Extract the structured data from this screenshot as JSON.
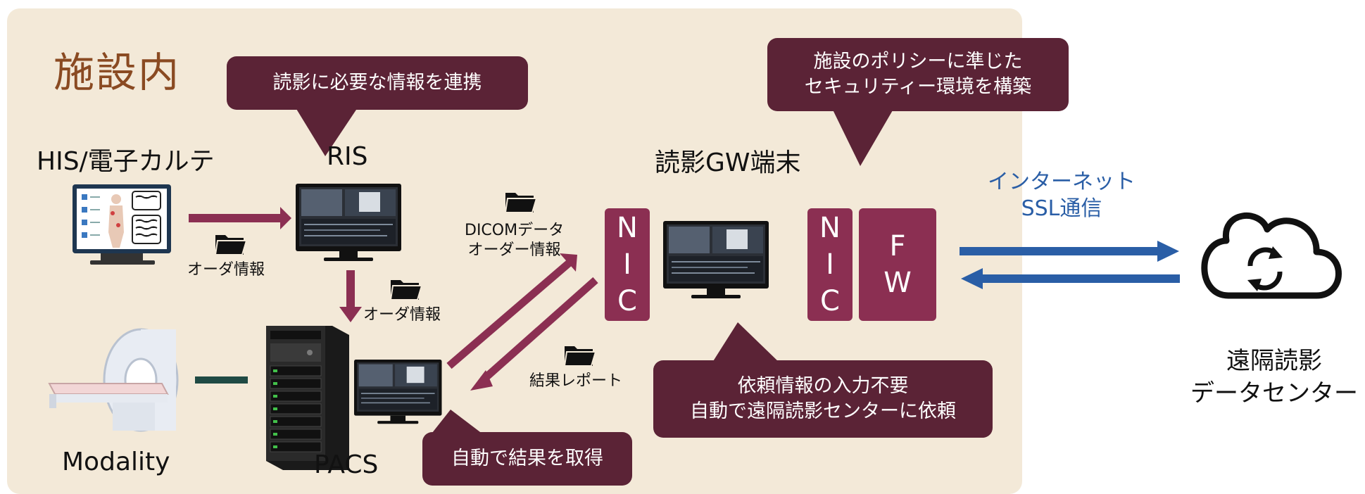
{
  "facility": {
    "title": "施設内"
  },
  "callouts": {
    "ris_link": "読影に必要な情報を連携",
    "policy_line1": "施設のポリシーに準じた",
    "policy_line2": "セキュリティー環境を構築",
    "auto_request_line1": "依頼情報の入力不要",
    "auto_request_line2": "自動で遠隔読影センターに依頼",
    "auto_result": "自動で結果を取得"
  },
  "nodes": {
    "his": "HIS/電子カルテ",
    "ris": "RIS",
    "modality": "Modality",
    "pacs": "PACS",
    "gw": "読影GW端末",
    "nic_left": [
      "N",
      "I",
      "C"
    ],
    "nic_right": [
      "N",
      "I",
      "C"
    ],
    "fw": [
      "F",
      "W"
    ]
  },
  "flows": {
    "his_to_ris": "オーダ情報",
    "ris_to_pacs": "オーダ情報",
    "pacs_to_gw_line1": "DICOMデータ",
    "pacs_to_gw_line2": "オーダー情報",
    "gw_to_pacs": "結果レポート"
  },
  "network": {
    "line1": "インターネット",
    "line2": "SSL通信"
  },
  "datacenter": {
    "line1": "遠隔読影",
    "line2": "データセンター"
  },
  "colors": {
    "facility_bg": "#f3e9d8",
    "callout": "#5b2336",
    "arrow": "#8b2f52",
    "nic": "#8b2f52",
    "network": "#2a5ea6",
    "title": "#8a4a22"
  },
  "icons": [
    "folder-icon",
    "monitor-icon",
    "server-icon",
    "ct-scanner-icon",
    "cloud-sync-icon"
  ]
}
